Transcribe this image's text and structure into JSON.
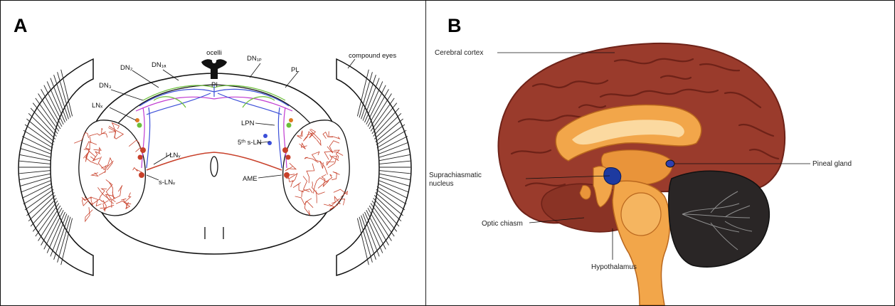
{
  "panel_a": {
    "letter": "A",
    "labels": {
      "ocelli": "ocelli",
      "compound_eyes": "compound eyes",
      "dn1a": "DN₁ₐ",
      "dn2": "DN₂",
      "dn3": "DN₃",
      "dn1p": "DN₁ₚ",
      "pi": "PI",
      "pl": "PL",
      "ln_d": "LNₓ",
      "lpn": "LPN",
      "fifth_s_ln": "5ᵗʰ s-LN",
      "l_lnv": "l-LNᵥ",
      "s_lnv": "s-LNᵥ",
      "ame": "AME"
    }
  },
  "panel_b": {
    "letter": "B",
    "labels": {
      "cerebral_cortex": "Cerebral cortex",
      "pineal_gland": "Pineal gland",
      "suprachiasmatic_1": "Suprachiasmatic",
      "suprachiasmatic_2": "nucleus",
      "optic_chiasm": "Optic chiasm",
      "hypothalamus": "Hypothalamus"
    }
  },
  "colors": {
    "optic_lobe_veins": "#c8402a",
    "neuron_blue": "#3b4fd8",
    "neuron_magenta": "#c03ad0",
    "neuron_green": "#6cbf3a",
    "cortex": "#9a3b2c",
    "cortex_dark": "#6e2218",
    "inner_brain": "#f2a64a",
    "cerebellum": "#2a2626",
    "scn_blue": "#1d3aa0"
  }
}
